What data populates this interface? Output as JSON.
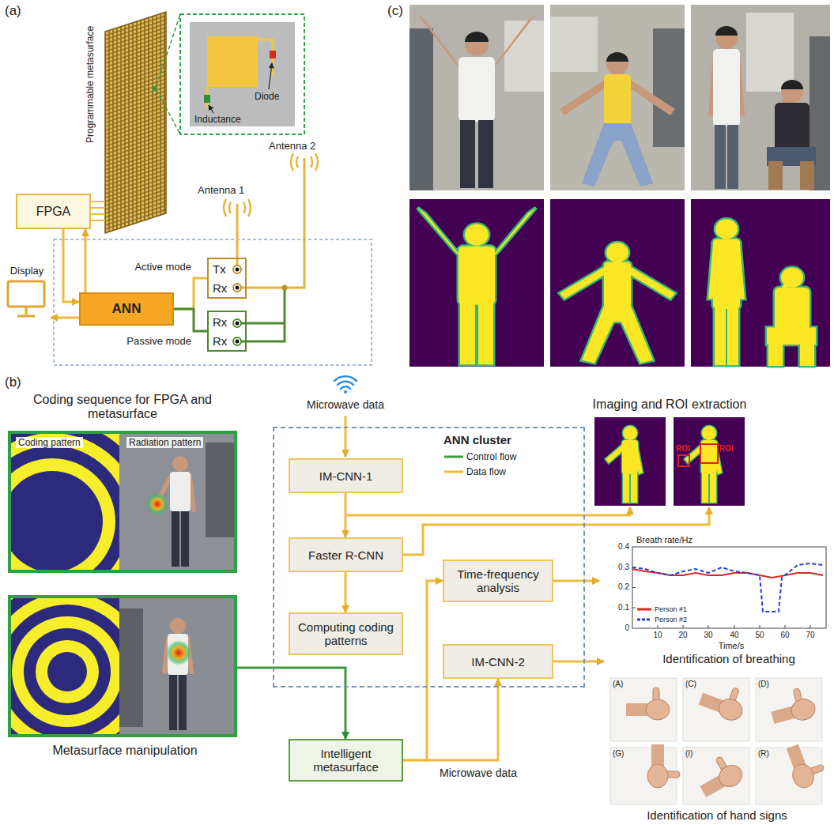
{
  "diagram": {
    "nodes": [
      {
        "text": [
          "FPGA"
        ]
      },
      {
        "text": [
          "Display"
        ]
      },
      {
        "text": [
          "ANN"
        ]
      },
      {
        "text": [
          "Tx",
          "Rx"
        ]
      },
      {
        "text": [
          "Rx",
          "Rx"
        ]
      },
      {
        "text": [
          "Coding pattern",
          "Radiation pattern"
        ]
      },
      {
        "text": [
          "Metasurface manipulation"
        ]
      },
      {
        "text": [
          "ANN cluster"
        ]
      },
      {
        "text": [
          "IM-CNN-1"
        ],
        "in": 7
      },
      {
        "text": [
          "Faster R-CNN"
        ],
        "in": 7
      },
      {
        "text": [
          "Computing coding patterns"
        ],
        "in": 7
      },
      {
        "text": [
          "Time-frequency analysis"
        ],
        "in": 7
      },
      {
        "text": [
          "IM-CNN-2"
        ],
        "in": 7
      },
      {
        "text": [
          "Intelligent metasurface"
        ]
      }
    ],
    "edges": [
      {
        "from": 2,
        "to": 0,
        "arrow": "to"
      },
      {
        "from": 0,
        "to": 2,
        "arrow": "to"
      },
      {
        "from": 2,
        "to": 1,
        "arrow": "to"
      },
      {
        "from": 3,
        "to": 2,
        "label": "Active mode",
        "arrow": "none"
      },
      {
        "from": 4,
        "to": 2,
        "label": "Passive mode",
        "arrow": "none"
      },
      {
        "from": 8,
        "to": 9,
        "arrow": "to"
      },
      {
        "from": 9,
        "to": 10,
        "arrow": "to"
      },
      {
        "from": 6,
        "to": 13,
        "arrow": "to"
      },
      {
        "from": 13,
        "to": 11,
        "arrow": "to"
      },
      {
        "from": 13,
        "to": 12,
        "arrow": "to"
      }
    ],
    "labels": [
      "(a)",
      "(c)",
      "Programmable metasurface",
      "Diode",
      "Inductance",
      "Antenna 1",
      "Antenna 2",
      "(b)",
      "Coding sequence for FPGA and metasurface",
      "Microwave data",
      "Microwave data",
      "Imaging and ROI extraction",
      "ROI",
      "ROI",
      "Breath rate/Hz",
      "0.4",
      "0.3",
      "0.2",
      "0.1",
      "0",
      "10",
      "20",
      "30",
      "40",
      "50",
      "60",
      "70",
      "Time/s",
      "Identification of breathing",
      "(A)",
      "(C)",
      "(D)",
      "(G)",
      "(I)",
      "(R)",
      "Identification of hand signs"
    ],
    "legend": [
      {
        "text": "Control flow"
      },
      {
        "text": "Data flow"
      },
      {
        "text": "Person #1"
      },
      {
        "text": "Person #2"
      }
    ]
  }
}
